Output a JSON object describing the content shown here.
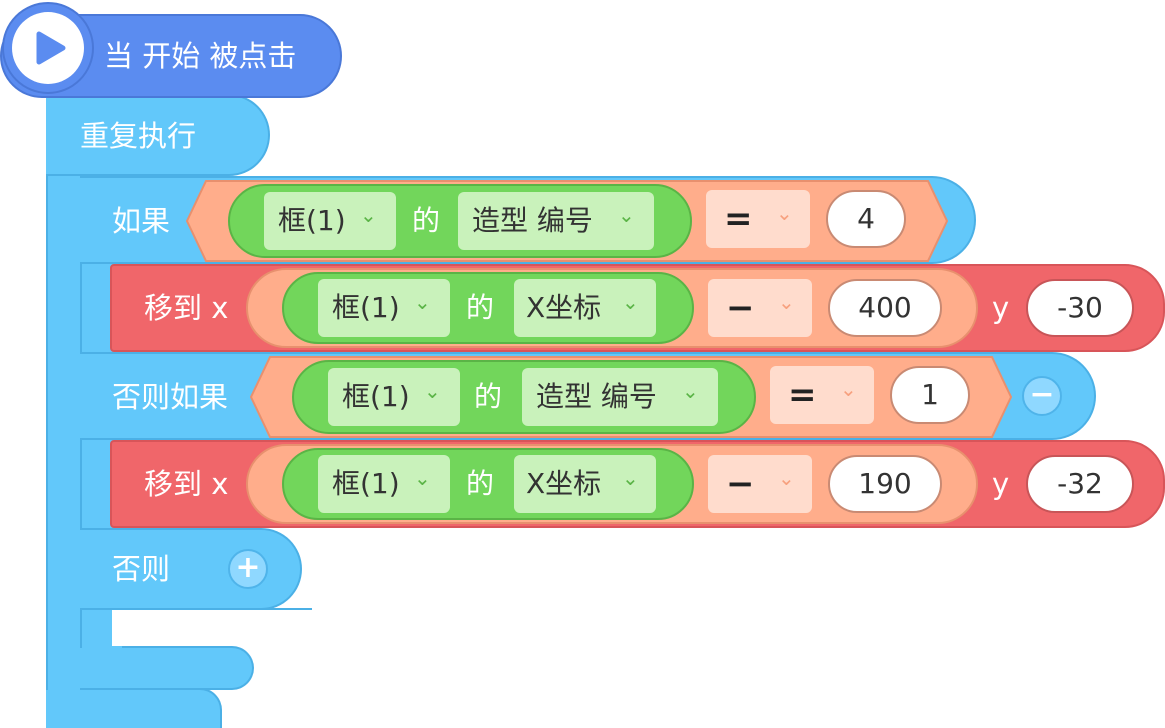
{
  "hat": {
    "label": "当 开始 被点击",
    "icon": "play-icon"
  },
  "forever": {
    "label": "重复执行"
  },
  "if_block": {
    "label": "如果",
    "sprite": "框(1)",
    "of": "的",
    "property": "造型 编号",
    "operator": "=",
    "value": "4"
  },
  "move1": {
    "label": "移到 x",
    "sprite": "框(1)",
    "of": "的",
    "property": "X坐标",
    "operator": "−",
    "value": "400",
    "y_label": "y",
    "y_value": "-30"
  },
  "elseif_block": {
    "label": "否则如果",
    "sprite": "框(1)",
    "of": "的",
    "property": "造型 编号",
    "operator": "=",
    "value": "1",
    "remove_symbol": "−"
  },
  "move2": {
    "label": "移到 x",
    "sprite": "框(1)",
    "of": "的",
    "property": "X坐标",
    "operator": "−",
    "value": "190",
    "y_label": "y",
    "y_value": "-32"
  },
  "else_block": {
    "label": "否则",
    "add_symbol": "+"
  },
  "chevron": "⌄",
  "colors": {
    "event": "#5b8cf0",
    "control": "#62c8fa",
    "motion": "#f0666a",
    "operator": "#ffad8b",
    "sensing": "#72d65b"
  }
}
